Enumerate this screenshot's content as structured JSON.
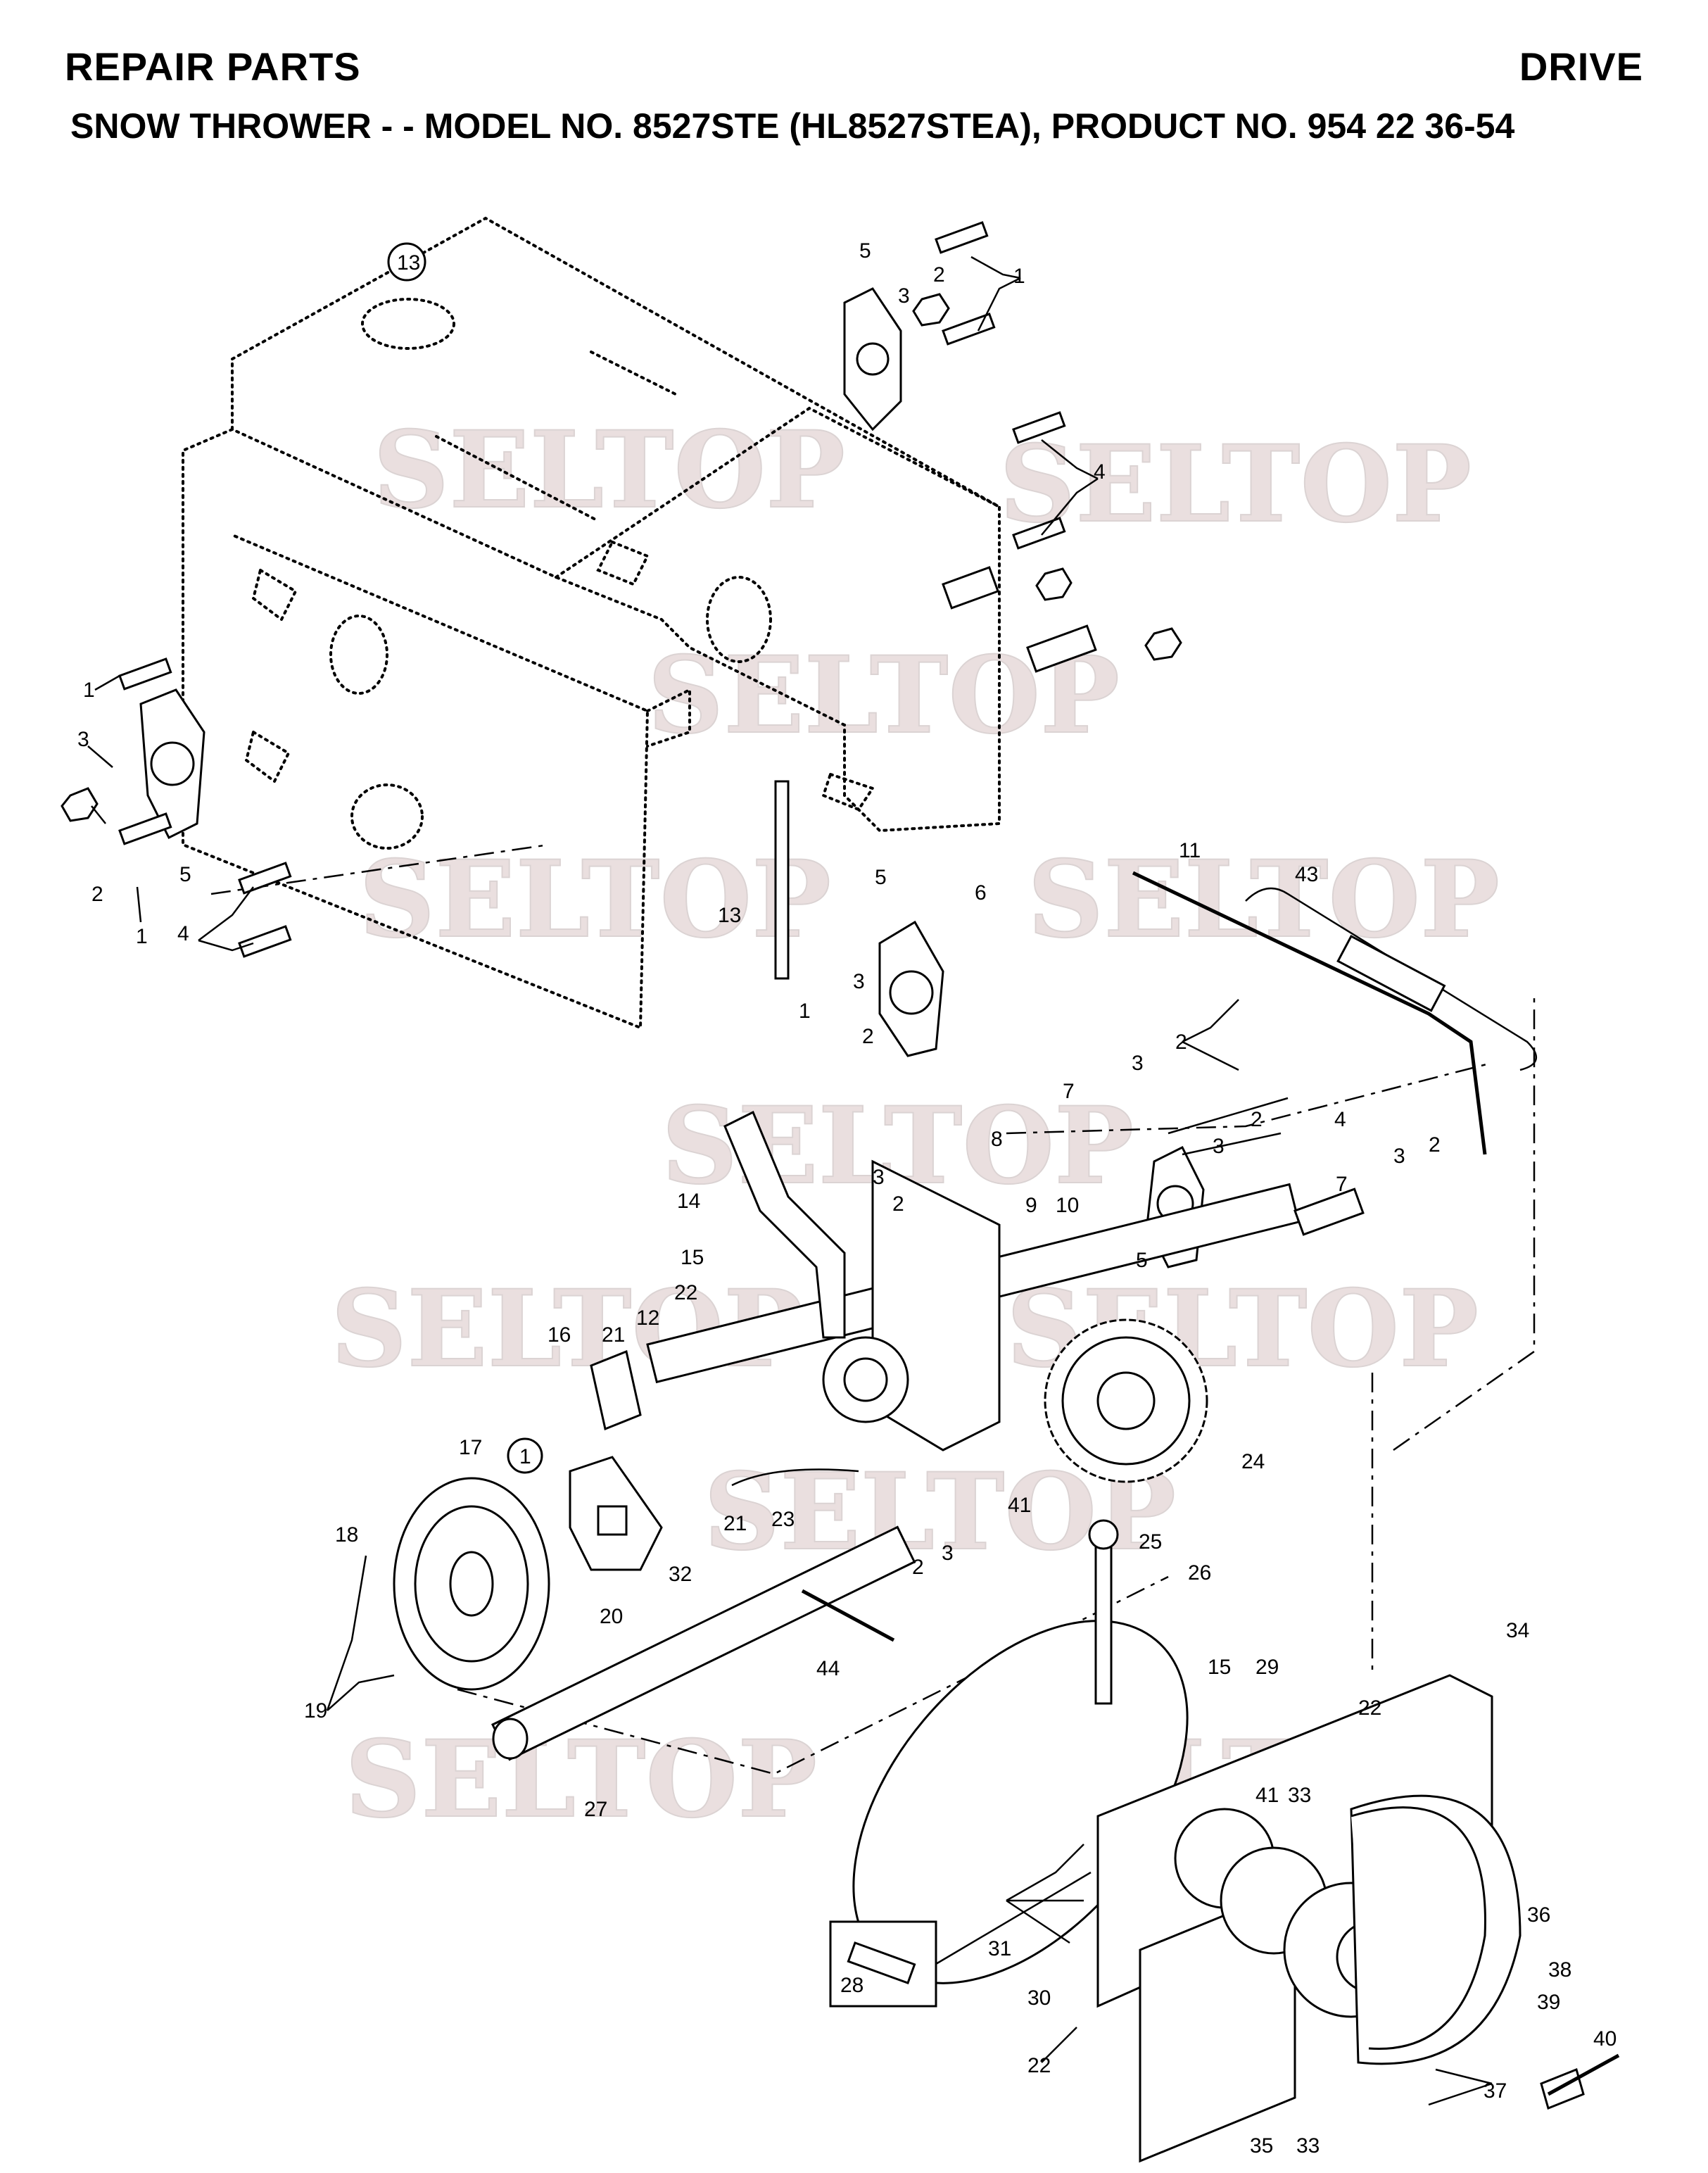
{
  "header": {
    "title_left": "REPAIR PARTS",
    "title_right": "DRIVE",
    "subtitle": "SNOW THROWER - - MODEL NO. 8527STE (HL8527STEA), PRODUCT NO. 954 22 36-54"
  },
  "watermark": "SELTOP",
  "callouts": [
    {
      "id": "c13-circled",
      "text": "13"
    },
    {
      "id": "c5-a",
      "text": "5"
    },
    {
      "id": "c3-a",
      "text": "3"
    },
    {
      "id": "c2-a",
      "text": "2"
    },
    {
      "id": "c1-a",
      "text": "1"
    },
    {
      "id": "c4-a",
      "text": "4"
    },
    {
      "id": "c1-b",
      "text": "1"
    },
    {
      "id": "c3-b",
      "text": "3"
    },
    {
      "id": "c2-b",
      "text": "2"
    },
    {
      "id": "c1-c",
      "text": "1"
    },
    {
      "id": "c5-b",
      "text": "5"
    },
    {
      "id": "c4-b",
      "text": "4"
    },
    {
      "id": "c13",
      "text": "13"
    },
    {
      "id": "c5-c",
      "text": "5"
    },
    {
      "id": "c6",
      "text": "6"
    },
    {
      "id": "c3-c",
      "text": "3"
    },
    {
      "id": "c1-d",
      "text": "1"
    },
    {
      "id": "c2-c",
      "text": "2"
    },
    {
      "id": "c11",
      "text": "11"
    },
    {
      "id": "c43",
      "text": "43"
    },
    {
      "id": "c2-d",
      "text": "2"
    },
    {
      "id": "c3-d",
      "text": "3"
    },
    {
      "id": "c7-a",
      "text": "7"
    },
    {
      "id": "c8",
      "text": "8"
    },
    {
      "id": "c4-c",
      "text": "4"
    },
    {
      "id": "c2-e",
      "text": "2"
    },
    {
      "id": "c3-e",
      "text": "3"
    },
    {
      "id": "c2-f",
      "text": "2"
    },
    {
      "id": "c3-f",
      "text": "3"
    },
    {
      "id": "c7-b",
      "text": "7"
    },
    {
      "id": "c5-d",
      "text": "5"
    },
    {
      "id": "c3-g",
      "text": "3"
    },
    {
      "id": "c2-g",
      "text": "2"
    },
    {
      "id": "c14",
      "text": "14"
    },
    {
      "id": "c9",
      "text": "9"
    },
    {
      "id": "c10",
      "text": "10"
    },
    {
      "id": "c15-a",
      "text": "15"
    },
    {
      "id": "c22-a",
      "text": "22"
    },
    {
      "id": "c12",
      "text": "12"
    },
    {
      "id": "c16",
      "text": "16"
    },
    {
      "id": "c21-a",
      "text": "21"
    },
    {
      "id": "c1-circled",
      "text": "1"
    },
    {
      "id": "c17",
      "text": "17"
    },
    {
      "id": "c18",
      "text": "18"
    },
    {
      "id": "c24",
      "text": "24"
    },
    {
      "id": "c23",
      "text": "23"
    },
    {
      "id": "c21-b",
      "text": "21"
    },
    {
      "id": "c41-a",
      "text": "41"
    },
    {
      "id": "c2-h",
      "text": "2"
    },
    {
      "id": "c3-h",
      "text": "3"
    },
    {
      "id": "c32",
      "text": "32"
    },
    {
      "id": "c20",
      "text": "20"
    },
    {
      "id": "c19",
      "text": "19"
    },
    {
      "id": "c44",
      "text": "44"
    },
    {
      "id": "c27",
      "text": "27"
    },
    {
      "id": "c25",
      "text": "25"
    },
    {
      "id": "c26",
      "text": "26"
    },
    {
      "id": "c15-b",
      "text": "15"
    },
    {
      "id": "c29",
      "text": "29"
    },
    {
      "id": "c22-b",
      "text": "22"
    },
    {
      "id": "c34",
      "text": "34"
    },
    {
      "id": "c41-b",
      "text": "41"
    },
    {
      "id": "c33-a",
      "text": "33"
    },
    {
      "id": "c31",
      "text": "31"
    },
    {
      "id": "c28",
      "text": "28"
    },
    {
      "id": "c30",
      "text": "30"
    },
    {
      "id": "c22-c",
      "text": "22"
    },
    {
      "id": "c36",
      "text": "36"
    },
    {
      "id": "c38",
      "text": "38"
    },
    {
      "id": "c39",
      "text": "39"
    },
    {
      "id": "c40",
      "text": "40"
    },
    {
      "id": "c35",
      "text": "35"
    },
    {
      "id": "c33-b",
      "text": "33"
    },
    {
      "id": "c37",
      "text": "37"
    }
  ]
}
